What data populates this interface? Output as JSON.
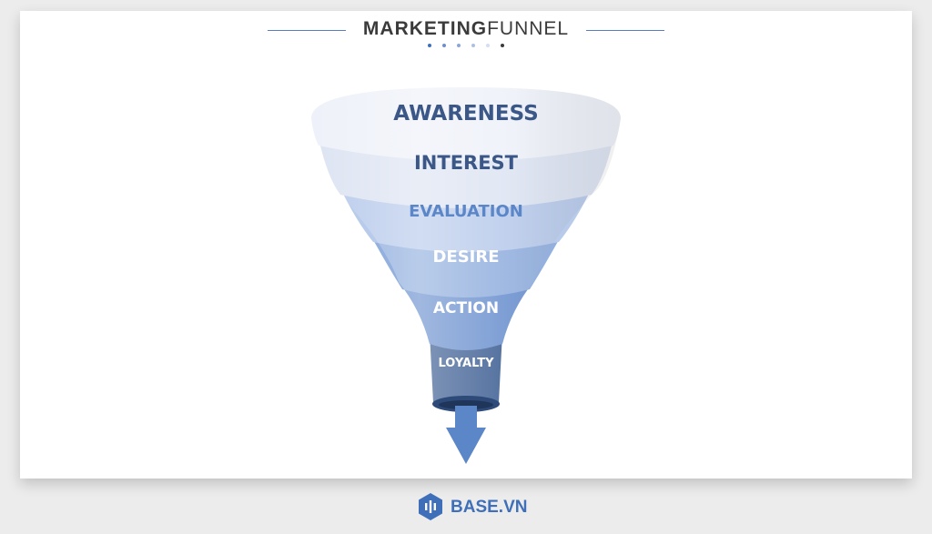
{
  "title": {
    "bold": "MARKETING",
    "light": "FUNNEL"
  },
  "colors": {
    "accent": "#3f6fb8",
    "dots": [
      "#3f6fb8",
      "#6f8fc6",
      "#8da7d3",
      "#aebfe0",
      "#d5def0",
      "#3b3b3b"
    ]
  },
  "stages": [
    {
      "label": "AWARENESS",
      "fill": "#eef1f9",
      "text": "#3a5787"
    },
    {
      "label": "INTEREST",
      "fill": "#dde4f2",
      "text": "#3a5787"
    },
    {
      "label": "EVALUATION",
      "fill": "#b9cbeb",
      "text": "#5b86c7"
    },
    {
      "label": "DESIRE",
      "fill": "#93b0de",
      "text": "#ffffff"
    },
    {
      "label": "ACTION",
      "fill": "#6d92cf",
      "text": "#ffffff"
    },
    {
      "label": "LOYALTY",
      "fill": "#3e5f93",
      "text": "#ffffff"
    }
  ],
  "arrow_icon": "down-arrow-icon",
  "logo": {
    "text": "BASE.VN",
    "icon": "base-logo-icon"
  }
}
